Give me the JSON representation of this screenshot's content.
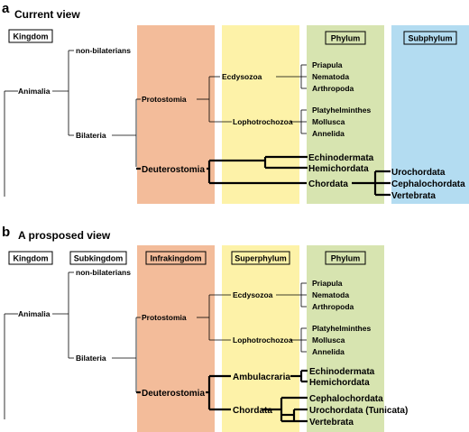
{
  "colors": {
    "infrakingdom": "#f3bc9a",
    "superphylum": "#fdf2a8",
    "phylum": "#d7e4b0",
    "subphylum": "#b3dcf1",
    "line": "#000000"
  },
  "panel_a": {
    "letter": "a",
    "title": "Current view",
    "headers": {
      "kingdom": "Kingdom",
      "phylum": "Phylum",
      "subphylum": "Subphylum"
    },
    "taxa": {
      "animalia": "Animalia",
      "non_bilaterians": "non-bilaterians",
      "bilateria": "Bilateria",
      "protostomia": "Protostomia",
      "deuterostomia": "Deuterostomia",
      "ecdysozoa": "Ecdysozoa",
      "lophotrochozoa": "Lophotrochozoa",
      "priapula": "Priapula",
      "nematoda": "Nematoda",
      "arthropoda": "Arthropoda",
      "platyhelminthes": "Platyhelminthes",
      "mollusca": "Mollusca",
      "annelida": "Annelida",
      "echinodermata": "Echinodermata",
      "hemichordata": "Hemichordata",
      "chordata": "Chordata",
      "urochordata": "Urochordata",
      "cephalochordata": "Cephalochordata",
      "vertebrata": "Vertebrata"
    }
  },
  "panel_b": {
    "letter": "b",
    "title": "A prosposed view",
    "headers": {
      "kingdom": "Kingdom",
      "subkingdom": "Subkingdom",
      "infrakingdom": "Infrakingdom",
      "superphylum": "Superphylum",
      "phylum": "Phylum"
    },
    "taxa": {
      "animalia": "Animalia",
      "non_bilaterians": "non-bilaterians",
      "bilateria": "Bilateria",
      "protostomia": "Protostomia",
      "deuterostomia": "Deuterostomia",
      "ecdysozoa": "Ecdysozoa",
      "lophotrochozoa": "Lophotrochozoa",
      "priapula": "Priapula",
      "nematoda": "Nematoda",
      "arthropoda": "Arthropoda",
      "platyhelminthes": "Platyhelminthes",
      "mollusca": "Mollusca",
      "annelida": "Annelida",
      "ambulacraria": "Ambulacraria",
      "chordata": "Chordata",
      "echinodermata": "Echinodermata",
      "hemichordata": "Hemichordata",
      "cephalochordata": "Cephalochordata",
      "urochordata": "Urochordata (Tunicata)",
      "vertebrata": "Vertebrata"
    }
  }
}
